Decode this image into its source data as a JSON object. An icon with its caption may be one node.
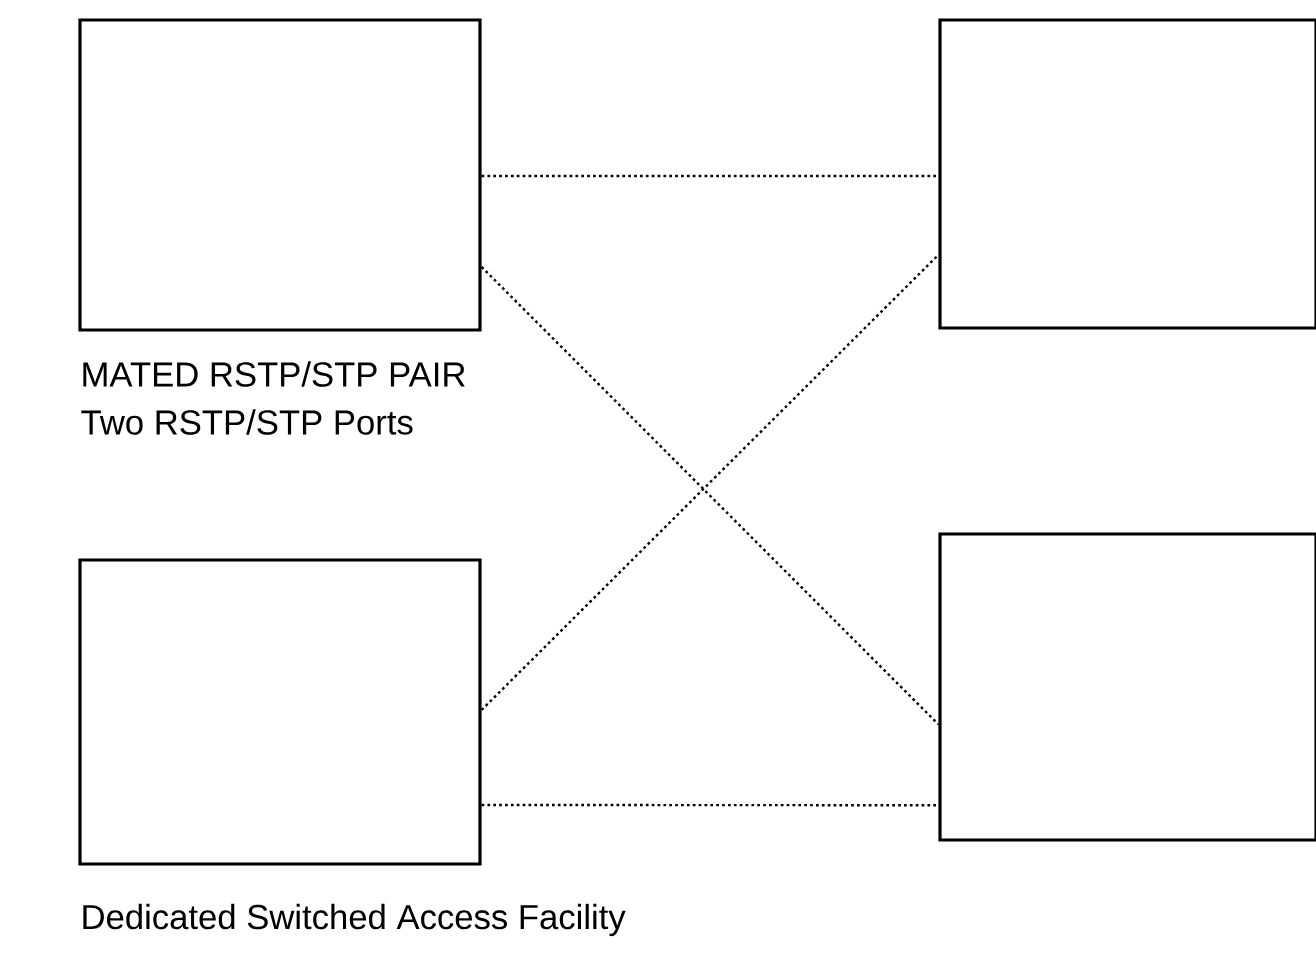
{
  "diagram": {
    "nodes": [
      {
        "text": [],
        "shape": "box"
      },
      {
        "text": [],
        "shape": "box"
      },
      {
        "text": [],
        "shape": "box"
      },
      {
        "text": [],
        "shape": "box"
      }
    ],
    "edges": [
      {
        "from": 0,
        "to": 1,
        "arrow": "none",
        "style": "dashed"
      },
      {
        "from": 0,
        "to": 3,
        "arrow": "none",
        "style": "dashed"
      },
      {
        "from": 2,
        "to": 1,
        "arrow": "none",
        "style": "dashed"
      },
      {
        "from": 2,
        "to": 3,
        "arrow": "none",
        "style": "dashed"
      }
    ],
    "labels": [
      "MATED RSTP/STP PAIR",
      "Two RSTP/STP Ports",
      "Dedicated Switched Access Facility"
    ]
  }
}
